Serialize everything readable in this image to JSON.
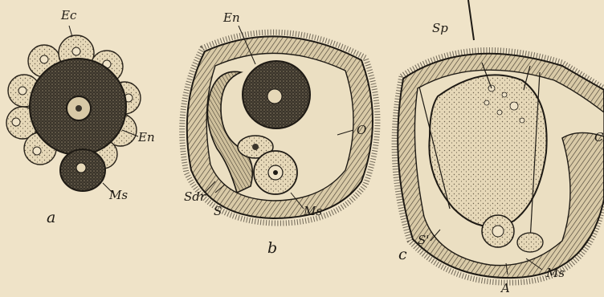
{
  "figure": {
    "panels": [
      {
        "caption": "a",
        "labels": {
          "ectoderm": "Ec",
          "endoderm": "En",
          "mesoderm": "Ms"
        }
      },
      {
        "caption": "b",
        "labels": {
          "endoderm": "En",
          "outer": "O",
          "septum_dr": "Sdr",
          "septum": "S",
          "mesoderm": "Ms"
        }
      },
      {
        "caption": "c",
        "labels": {
          "spine": "Sp",
          "septum": "S'",
          "mesoderm": "Ms",
          "anus": "A",
          "edge_cut": "C"
        }
      }
    ],
    "palette": {
      "paper": "#efe3c8",
      "ink": "#1e1a14",
      "stipple": "#5a5040"
    }
  }
}
